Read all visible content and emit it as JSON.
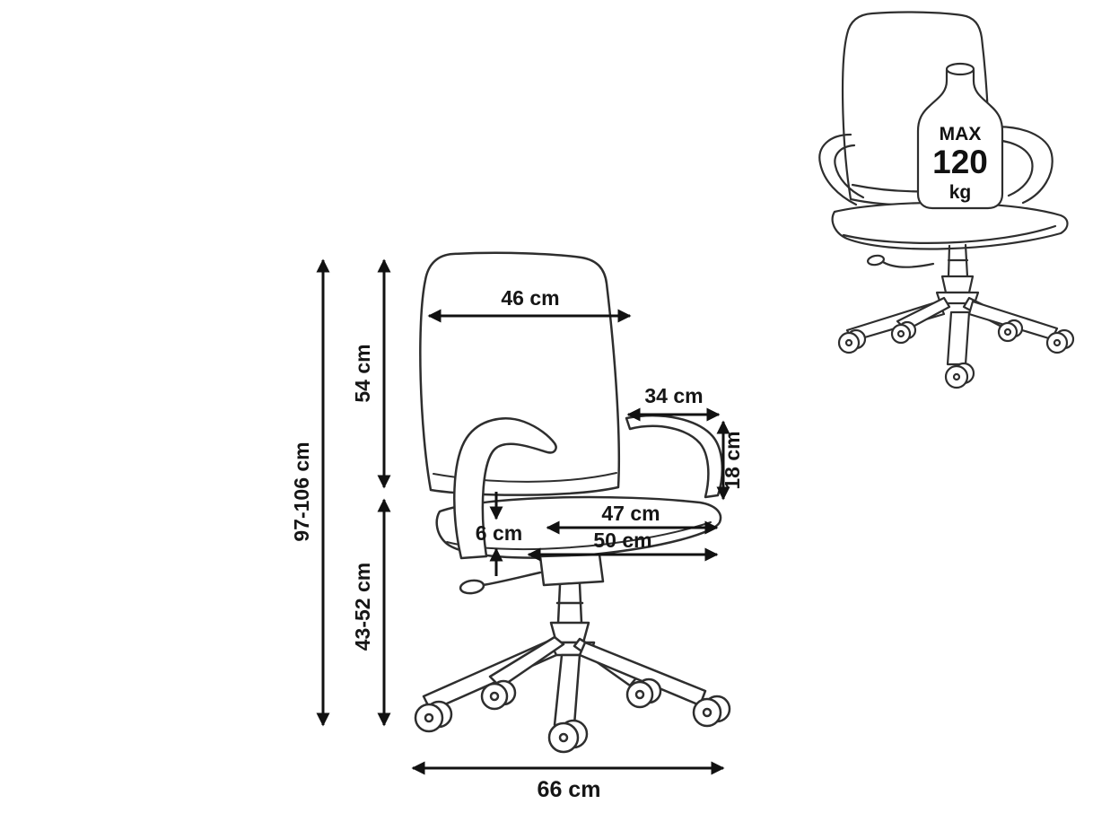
{
  "diagram": {
    "title": "office-chair-dimension-diagram",
    "dimensions": {
      "total_height": "97-106 cm",
      "backrest_height": "54 cm",
      "seat_height_range": "43-52 cm",
      "backrest_width": "46 cm",
      "armrest_pad_length": "34 cm",
      "armrest_height": "18 cm",
      "seat_depth": "47 cm",
      "seat_width": "50 cm",
      "cushion_thickness": "6 cm",
      "base_width": "66 cm"
    },
    "max_load": {
      "label": "MAX",
      "value": "120",
      "unit": "kg"
    },
    "colors": {
      "line": "#2e2e2e",
      "dimension": "#111111",
      "background": "#ffffff"
    }
  }
}
